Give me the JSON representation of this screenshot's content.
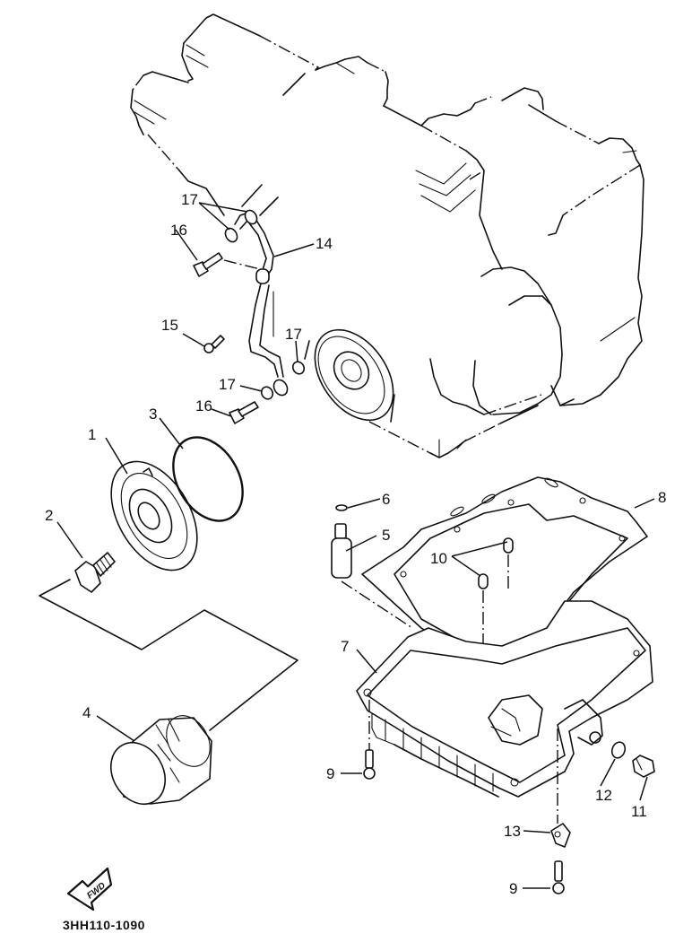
{
  "diagram": {
    "title": "Oil filter / oil pan exploded view",
    "drawing_code": "3HH110-1090",
    "direction_indicator": {
      "label": "FWD",
      "icon": "forward-arrow-icon"
    },
    "callouts": [
      {
        "id": "1",
        "part": "oil-filter-cover"
      },
      {
        "id": "2",
        "part": "union-bolt"
      },
      {
        "id": "3",
        "part": "o-ring"
      },
      {
        "id": "4",
        "part": "oil-filter-cartridge"
      },
      {
        "id": "5",
        "part": "oil-pressure-switch"
      },
      {
        "id": "6",
        "part": "o-ring-small"
      },
      {
        "id": "7",
        "part": "oil-pan"
      },
      {
        "id": "8",
        "part": "gasket"
      },
      {
        "id": "9",
        "part": "bolt"
      },
      {
        "id": "10",
        "part": "dowel-pin"
      },
      {
        "id": "11",
        "part": "drain-plug"
      },
      {
        "id": "12",
        "part": "gasket-washer"
      },
      {
        "id": "13",
        "part": "clamp"
      },
      {
        "id": "14",
        "part": "oil-delivery-pipe"
      },
      {
        "id": "15",
        "part": "bolt-small"
      },
      {
        "id": "16",
        "part": "union-bolt-pipe"
      },
      {
        "id": "17",
        "part": "copper-washer"
      }
    ]
  }
}
